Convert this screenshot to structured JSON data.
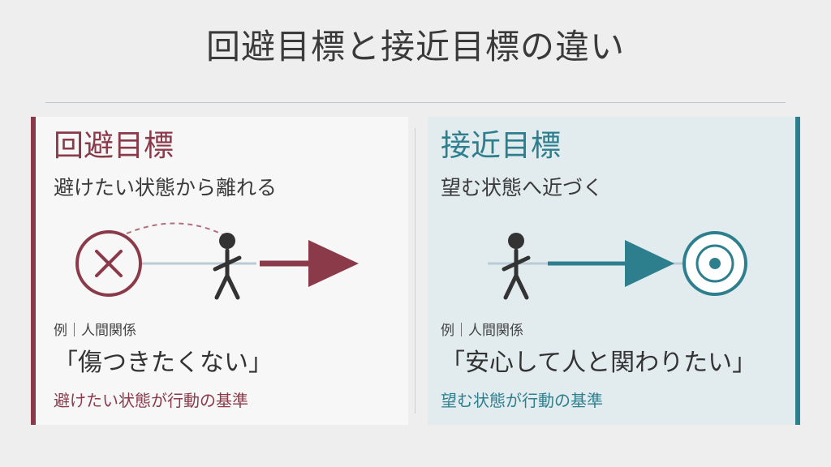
{
  "title": "回避目標と接近目標の違い",
  "avoidance": {
    "heading": "回避目標",
    "subtitle": "避けたい状態から離れる",
    "example_label": "例｜人間関係",
    "quote": "「傷つきたくない」",
    "criterion": "避けたい状態が行動の基準",
    "accent_color": "#8b3a4a",
    "icons": [
      "cross-circle-icon",
      "person-icon",
      "arrow-right-icon"
    ]
  },
  "approach": {
    "heading": "接近目標",
    "subtitle": "望む状態へ近づく",
    "example_label": "例｜人間関係",
    "quote": "「安心して人と関わりたい」",
    "criterion": "望む状態が行動の基準",
    "accent_color": "#2e7f8e",
    "icons": [
      "person-icon",
      "arrow-right-icon",
      "target-icon"
    ]
  }
}
